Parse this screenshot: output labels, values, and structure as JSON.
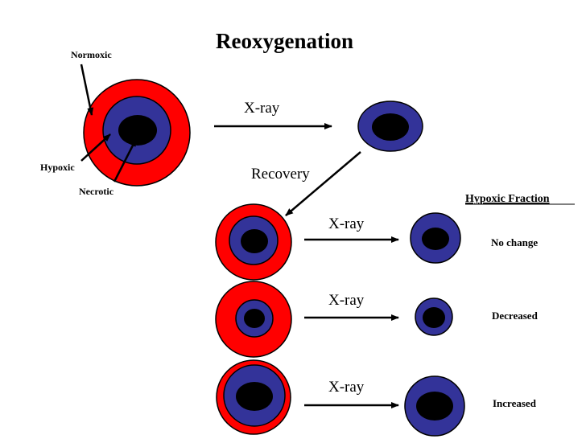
{
  "title": "Reoxygenation",
  "tumor_labels": {
    "normoxic": "Normoxic",
    "hypoxic": "Hypoxic",
    "necrotic": "Necrotic"
  },
  "steps": {
    "xray_first": "X-ray",
    "recovery": "Recovery"
  },
  "hypoxic_fraction": {
    "header": "Hypoxic Fraction",
    "rows": [
      {
        "xray_label": "X-ray",
        "outcome": "No change"
      },
      {
        "xray_label": "X-ray",
        "outcome": "Decreased"
      },
      {
        "xray_label": "X-ray",
        "outcome": "Increased"
      }
    ]
  },
  "colors": {
    "normoxic": "#ff0000",
    "hypoxic": "#333399",
    "necrotic": "#000000"
  }
}
